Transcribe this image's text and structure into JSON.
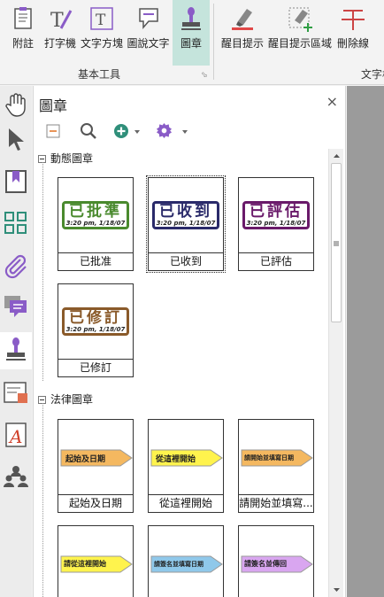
{
  "ribbon": {
    "buttons": [
      {
        "label": "附註",
        "icon": "note-icon"
      },
      {
        "label": "打字機",
        "icon": "typewriter-icon"
      },
      {
        "label": "文字方塊",
        "icon": "textbox-icon"
      },
      {
        "label": "圖說文字",
        "icon": "callout-icon"
      },
      {
        "label": "圖章",
        "icon": "stamp-icon"
      },
      {
        "label": "醒目提示",
        "icon": "highlight-icon"
      },
      {
        "label": "醒目提示區域",
        "icon": "highlight-area-icon"
      },
      {
        "label": "刪除線",
        "icon": "strikethrough-icon"
      }
    ],
    "group_basic": "基本工具",
    "group_text": "文字標"
  },
  "panel": {
    "title": "圖章",
    "close": "×",
    "sections": [
      {
        "label": "動態圖章",
        "stamps": [
          {
            "name": "已批准",
            "text": "已批準",
            "date": "3:20 pm, 1/18/07"
          },
          {
            "name": "已收到",
            "text": "已收到",
            "date": "3:20 pm, 1/18/07"
          },
          {
            "name": "已評估",
            "text": "已評估",
            "date": "3:20 pm, 1/18/07"
          },
          {
            "name": "已修訂",
            "text": "已修訂",
            "date": "3:20 pm, 1/18/07"
          }
        ]
      },
      {
        "label": "法律圖章",
        "stamps": [
          {
            "name": "起始及日期",
            "text": "起始及日期"
          },
          {
            "name": "從這裡開始",
            "text": "從這裡開始"
          },
          {
            "name": "請開始並填寫...",
            "text": "請開始並填寫日期"
          },
          {
            "name": "",
            "text": "請從這裡開始"
          },
          {
            "name": "",
            "text": "請簽名並填寫日期"
          },
          {
            "name": "",
            "text": "請簽名並傳回"
          }
        ]
      }
    ]
  },
  "colors": {
    "accent": "#c5e4dc",
    "approved": "#4a8a2e",
    "received": "#2a2a6a",
    "evaluated": "#6a1a6a",
    "revised": "#8a5a2a",
    "tag_orange": "#f4b860",
    "tag_yellow": "#fff34d",
    "tag_blue": "#8fc8ea",
    "tag_purple": "#d9a6f0"
  }
}
